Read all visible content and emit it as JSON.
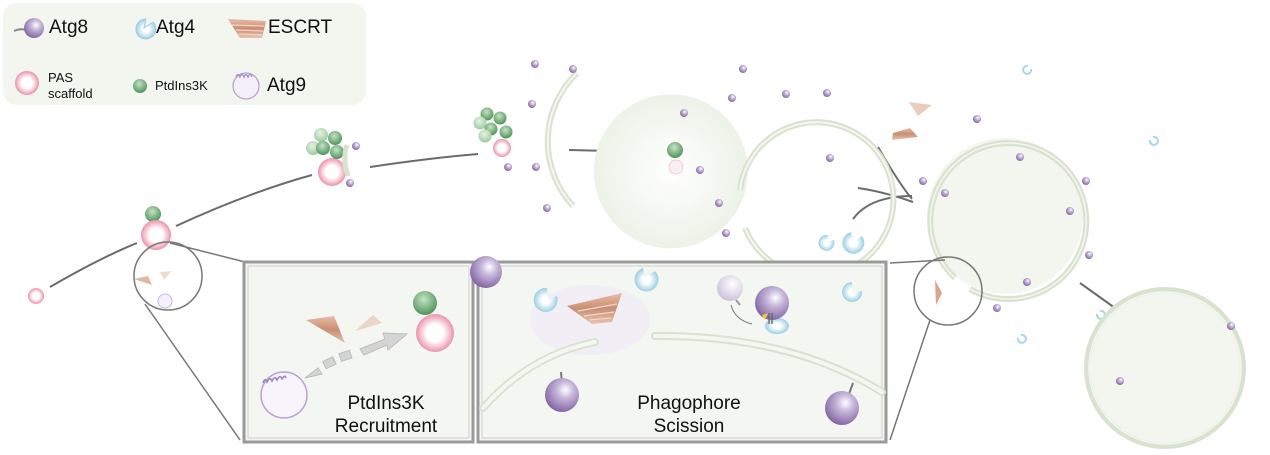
{
  "legend": {
    "items": [
      {
        "icon": "atg8-icon",
        "label": "Atg8",
        "color": "#8e72ad"
      },
      {
        "icon": "atg4-icon",
        "label": "Atg4",
        "color": "#a9d6e6"
      },
      {
        "icon": "escrt-icon",
        "label": "ESCRT",
        "color": "#d9a58c"
      },
      {
        "icon": "pas-scaffold-icon",
        "label": "PAS\nscaffold",
        "label_line1": "PAS",
        "label_line2": "scaffold",
        "color": "#ee9fb4"
      },
      {
        "icon": "ptdins3k-icon",
        "label": "PtdIns3K",
        "color": "#6ea876"
      },
      {
        "icon": "atg9-icon",
        "label": "Atg9",
        "color": "#b9a2d3"
      }
    ]
  },
  "panels": [
    {
      "id": "ptdins3k-recruitment",
      "line1": "PtdIns3K",
      "line2": "Recruitment"
    },
    {
      "id": "phagophore-scission",
      "line1": "Phagophore",
      "line2": "Scission"
    }
  ],
  "colors": {
    "membrane": "#d9e2cf",
    "membrane_fill": "#f2f6ef",
    "path_line": "#6b6b6b",
    "atg8": "#8e72ad",
    "atg4": "#a9d6e6",
    "escrt": "#d9a58c",
    "pas": "#ee9fb4",
    "ptdins3k": "#6ea876",
    "atg9": "#b9a2d3",
    "panel_bg": "#f4f6f2",
    "panel_border": "#9a9a9a"
  }
}
